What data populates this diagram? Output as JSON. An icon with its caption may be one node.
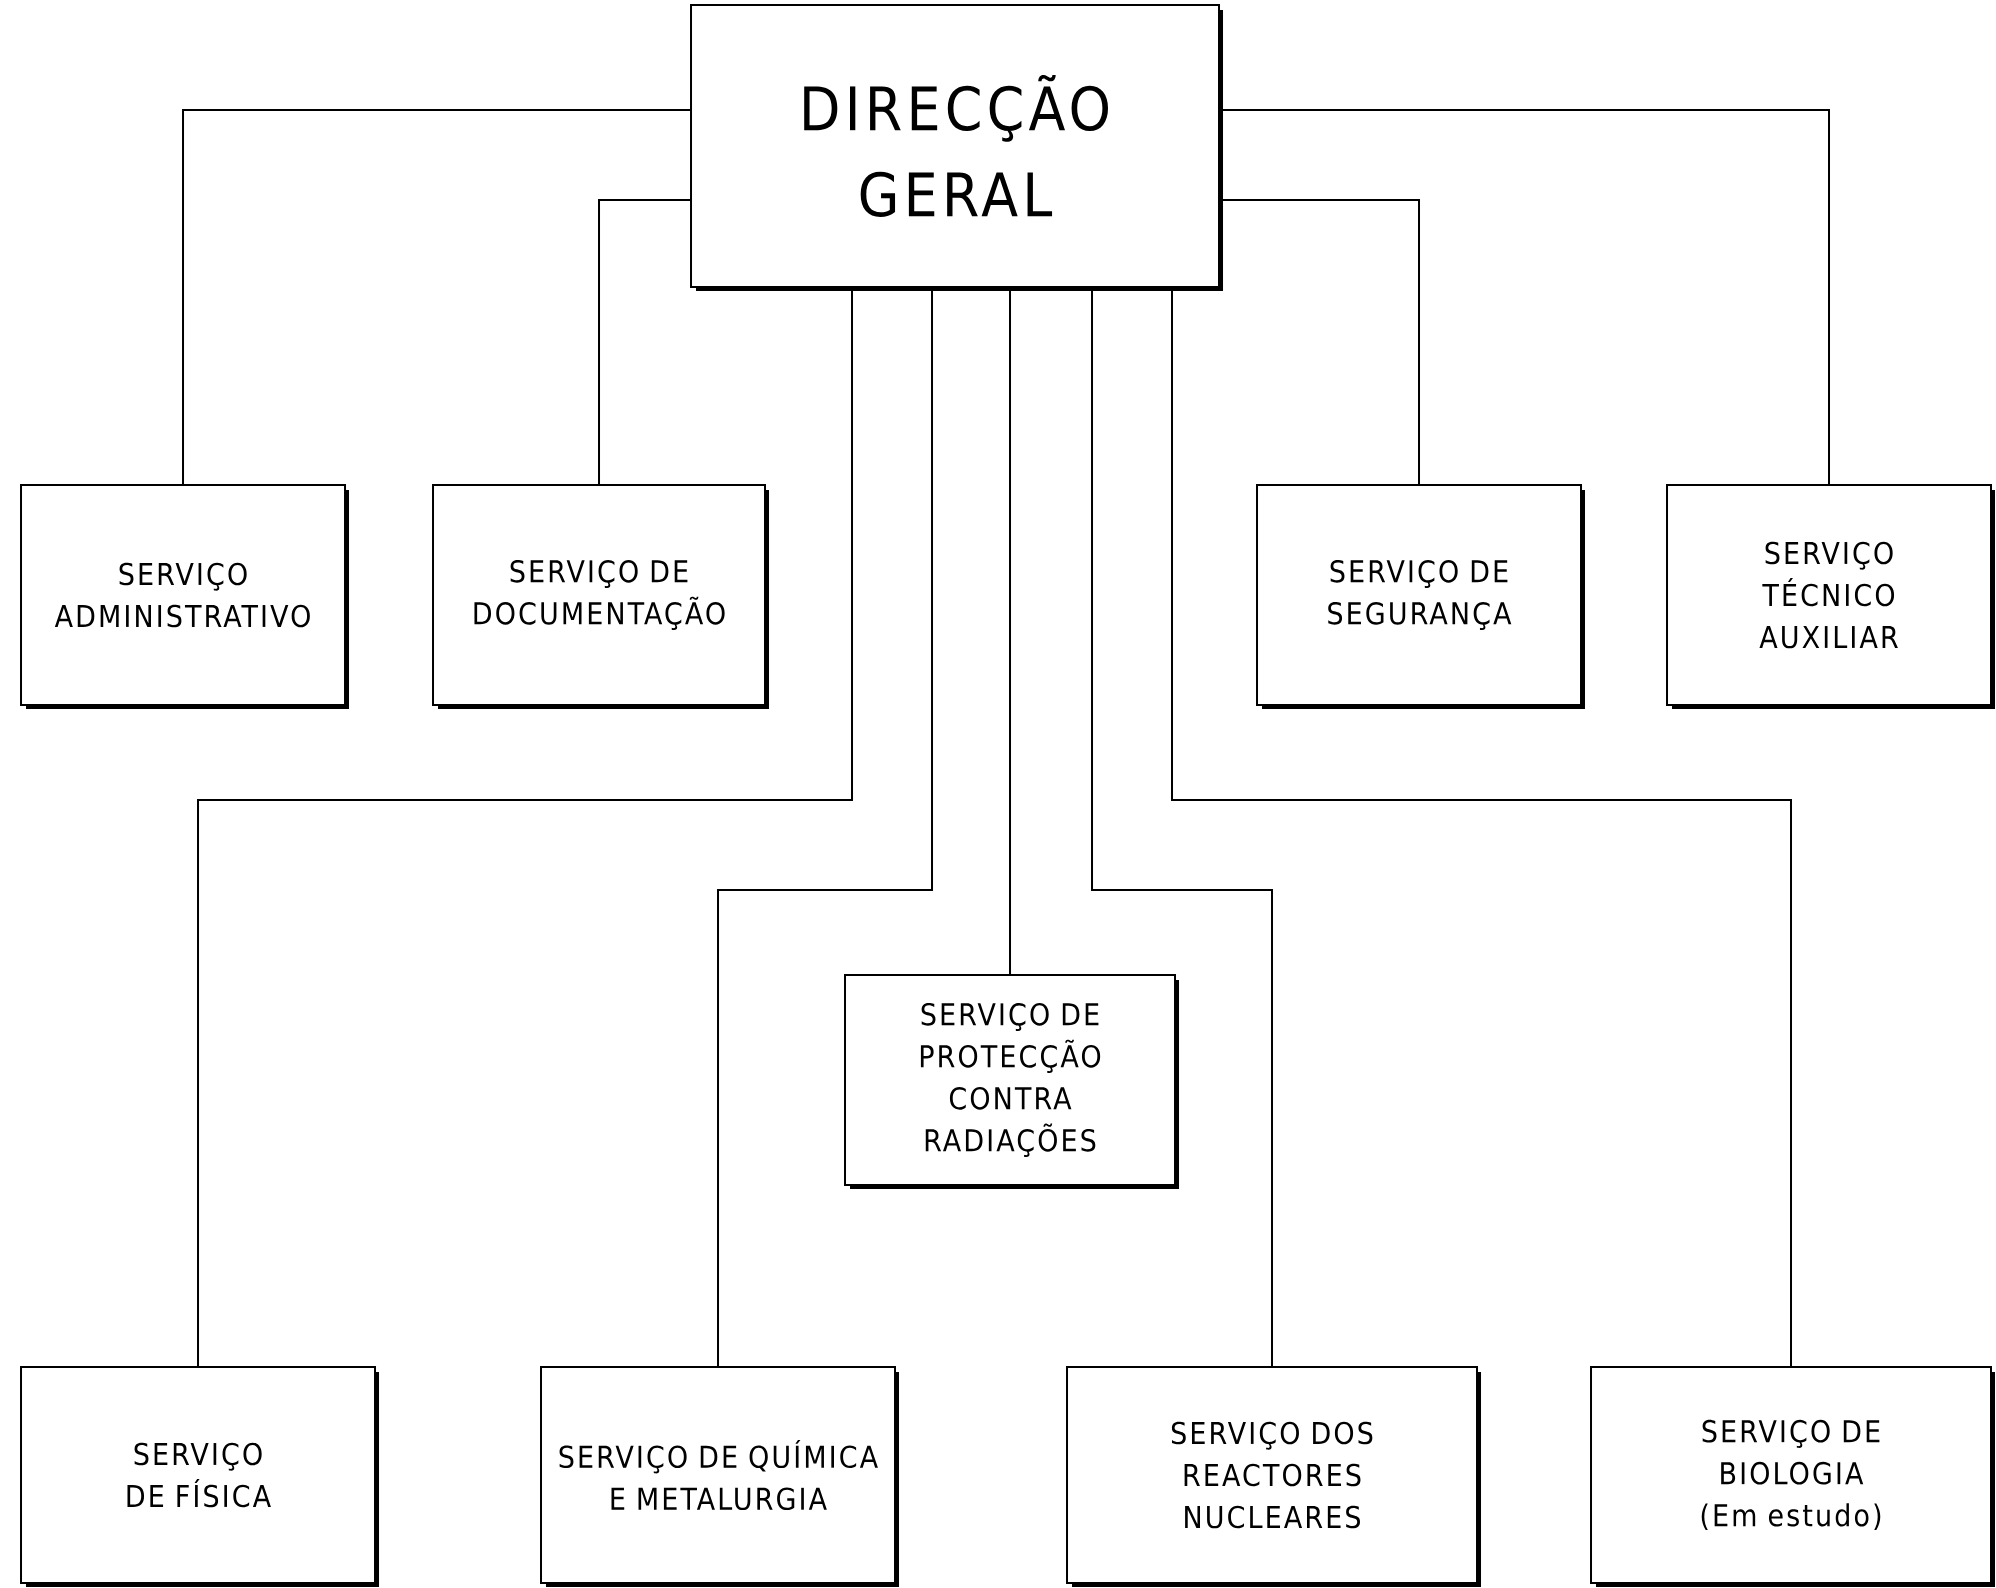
{
  "diagram": {
    "nodes": [
      {
        "text": [
          "DIRECÇÃO GERAL"
        ]
      },
      {
        "text": [
          "SERVIÇO ADMINISTRATIVO"
        ]
      },
      {
        "text": [
          "SERVIÇO DE DOCUMENTAÇÃO"
        ]
      },
      {
        "text": [
          "SERVIÇO DE SEGURANÇA"
        ]
      },
      {
        "text": [
          "SERVIÇO TÉCNICO AUXILIAR"
        ]
      },
      {
        "text": [
          "SERVIÇO DE PROTECÇÃO CONTRA RADIAÇÕES"
        ]
      },
      {
        "text": [
          "SERVIÇO DE FÍSICA"
        ]
      },
      {
        "text": [
          "SERVIÇO DE QUÍMICA E METALURGIA"
        ]
      },
      {
        "text": [
          "SERVIÇO DOS REACTORES NUCLEARES"
        ]
      },
      {
        "text": [
          "SERVIÇO DE BIOLOGIA (Em estudo)"
        ]
      }
    ],
    "edges": [
      {
        "from": 0,
        "to": 1,
        "arrow": "none"
      },
      {
        "from": 0,
        "to": 2,
        "arrow": "none"
      },
      {
        "from": 0,
        "to": 3,
        "arrow": "none"
      },
      {
        "from": 0,
        "to": 4,
        "arrow": "none"
      },
      {
        "from": 0,
        "to": 6,
        "arrow": "none"
      },
      {
        "from": 0,
        "to": 7,
        "arrow": "none"
      },
      {
        "from": 0,
        "to": 5,
        "arrow": "none"
      },
      {
        "from": 0,
        "to": 8,
        "arrow": "none"
      },
      {
        "from": 0,
        "to": 9,
        "arrow": "none"
      }
    ]
  }
}
